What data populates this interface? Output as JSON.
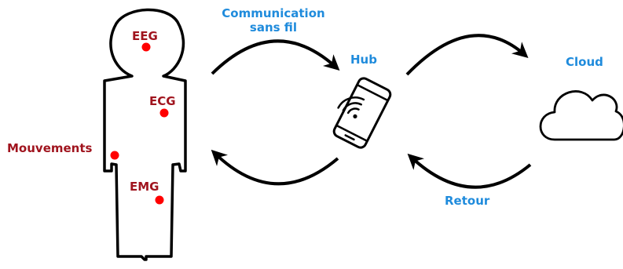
{
  "labels": {
    "eeg": "EEG",
    "ecg": "ECG",
    "emg": "EMG",
    "movements": "Mouvements",
    "communication_line1": "Communication",
    "communication_line2": "sans fil",
    "hub": "Hub",
    "cloud": "Cloud",
    "return": "Retour"
  },
  "colors": {
    "sensor_label": "#a0141e",
    "sensor_dot": "#ff0000",
    "node_label": "#1f8bdc",
    "stroke": "#000000"
  },
  "icons": {
    "body": "human-silhouette-icon",
    "hub": "smartphone-wireless-icon",
    "cloud": "cloud-icon"
  }
}
